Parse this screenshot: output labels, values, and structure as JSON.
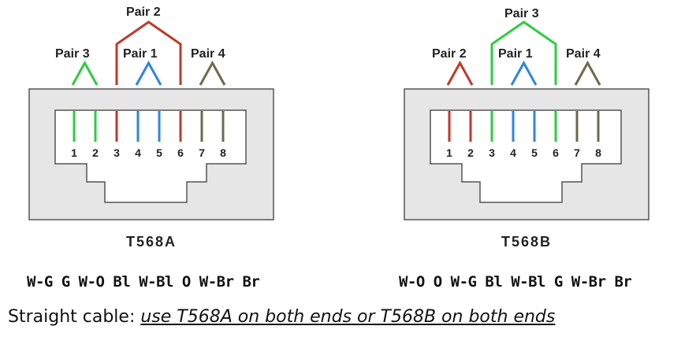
{
  "connectors": [
    {
      "standard": "T568A",
      "pin_numbers": [
        "1",
        "2",
        "3",
        "4",
        "5",
        "6",
        "7",
        "8"
      ],
      "pin_colors": [
        "#2ecc40",
        "#2ecc40",
        "#c0392b",
        "#2e86de",
        "#2e86de",
        "#c0392b",
        "#6b6b4f",
        "#6b6b4f"
      ],
      "pairs": [
        {
          "label": "Pair 3",
          "color": "#2ecc40"
        },
        {
          "label": "Pair 2",
          "color": "#c0392b"
        },
        {
          "label": "Pair 1",
          "color": "#2e86de"
        },
        {
          "label": "Pair 4",
          "color": "#6b6b4f"
        }
      ],
      "color_codes": "W-G G W-O Bl W-Bl O W-Br Br"
    },
    {
      "standard": "T568B",
      "pin_numbers": [
        "1",
        "2",
        "3",
        "4",
        "5",
        "6",
        "7",
        "8"
      ],
      "pin_colors": [
        "#c0392b",
        "#c0392b",
        "#2ecc40",
        "#2e86de",
        "#2e86de",
        "#2ecc40",
        "#6b6b4f",
        "#6b6b4f"
      ],
      "pairs": [
        {
          "label": "Pair 2",
          "color": "#c0392b"
        },
        {
          "label": "Pair 3",
          "color": "#2ecc40"
        },
        {
          "label": "Pair 1",
          "color": "#2e86de"
        },
        {
          "label": "Pair 4",
          "color": "#6b6b4f"
        }
      ],
      "color_codes": "W-O O W-G Bl W-Bl G W-Br Br"
    }
  ],
  "footer": {
    "lead": "Straight cable: ",
    "note": "use T568A on both ends or T568B on both ends"
  }
}
